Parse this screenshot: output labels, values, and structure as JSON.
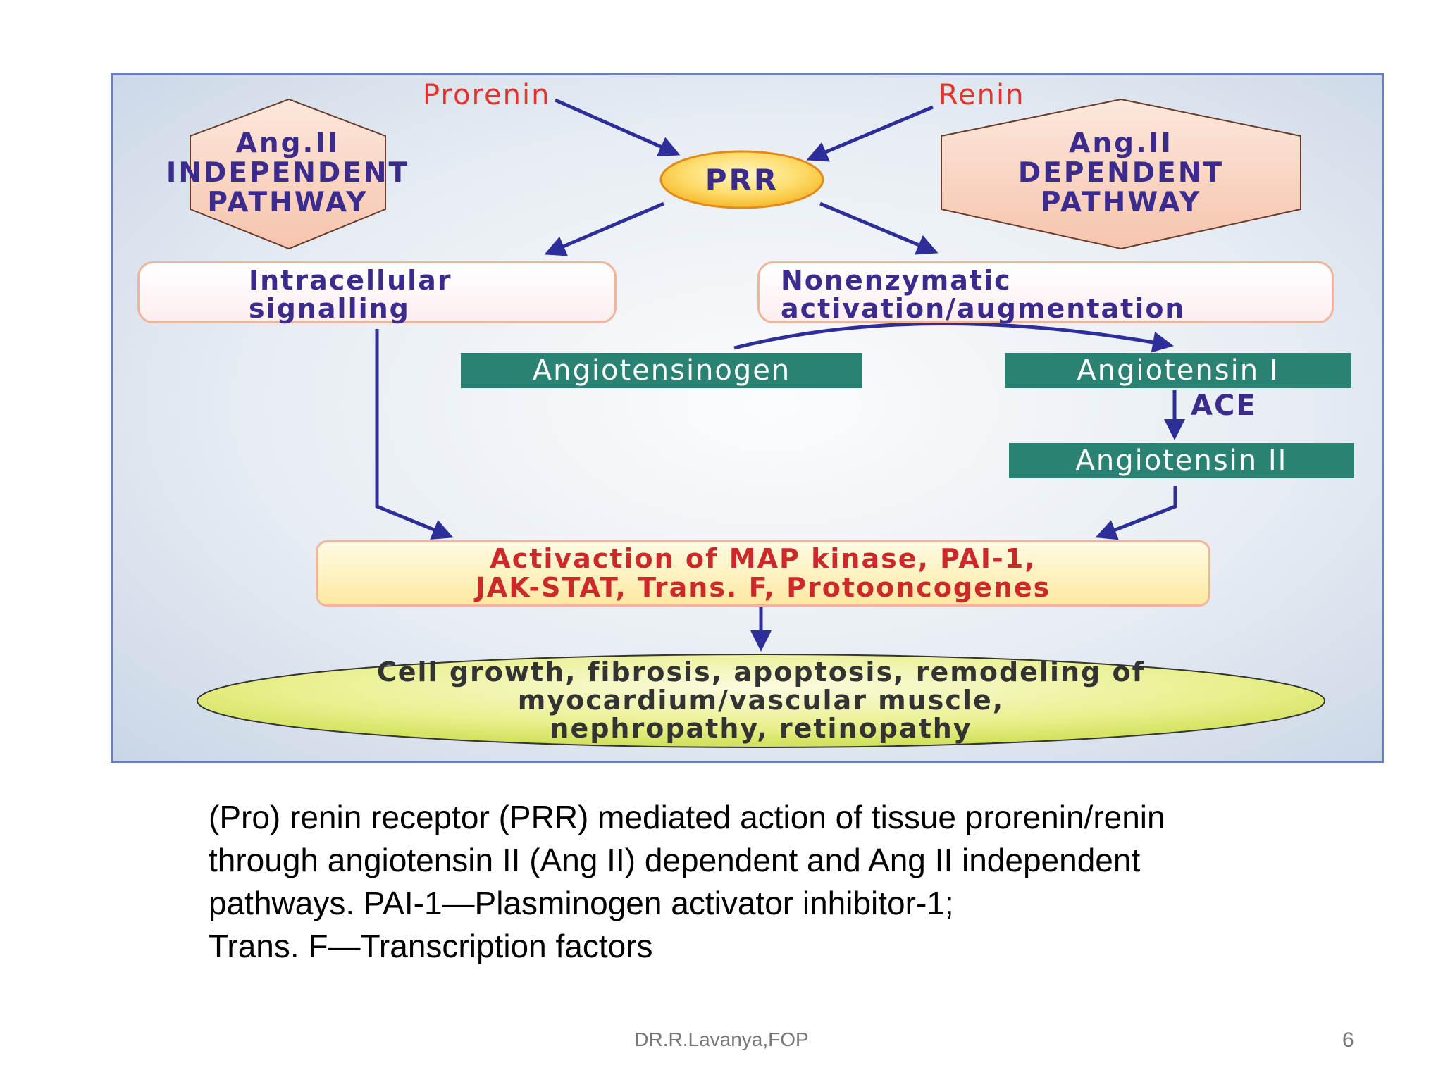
{
  "diagram": {
    "prorenin": "Prorenin",
    "renin": "Renin",
    "prr": "PRR",
    "independent_pathway": [
      "Ang.II",
      "INDEPENDENT",
      "PATHWAY"
    ],
    "dependent_pathway": [
      "Ang.II",
      "DEPENDENT",
      "PATHWAY"
    ],
    "intracellular": [
      "Intracellular",
      "signalling"
    ],
    "nonenzymatic": [
      "Nonenzymatic",
      "activation/augmentation"
    ],
    "angiotensinogen": "Angiotensinogen",
    "angiotensin_1": "Angiotensin I",
    "ace": "ACE",
    "angiotensin_2": "Angiotensin II",
    "activation": [
      "Activaction of MAP kinase, PAI-1,",
      "JAK-STAT, Trans. F, Protooncogenes"
    ],
    "outcome": [
      "Cell growth, fibrosis, apoptosis, remodeling of",
      "myocardium/vascular muscle,",
      "nephropathy, retinopathy"
    ]
  },
  "caption": {
    "lines": [
      "(Pro) renin receptor (PRR) mediated action of tissue prorenin/renin",
      "through angiotensin II (Ang II) dependent and Ang II independent",
      "pathways. PAI-1—Plasminogen activator inhibitor-1;",
      "Trans. F—Transcription factors"
    ]
  },
  "footer": {
    "author": "DR.R.Lavanya,FOP",
    "page_number": "6"
  },
  "colors": {
    "arrow": "#2e2e9a",
    "label_red": "#e5322d",
    "box_teal": "#2b8272",
    "text_purple": "#3a2b8c"
  }
}
